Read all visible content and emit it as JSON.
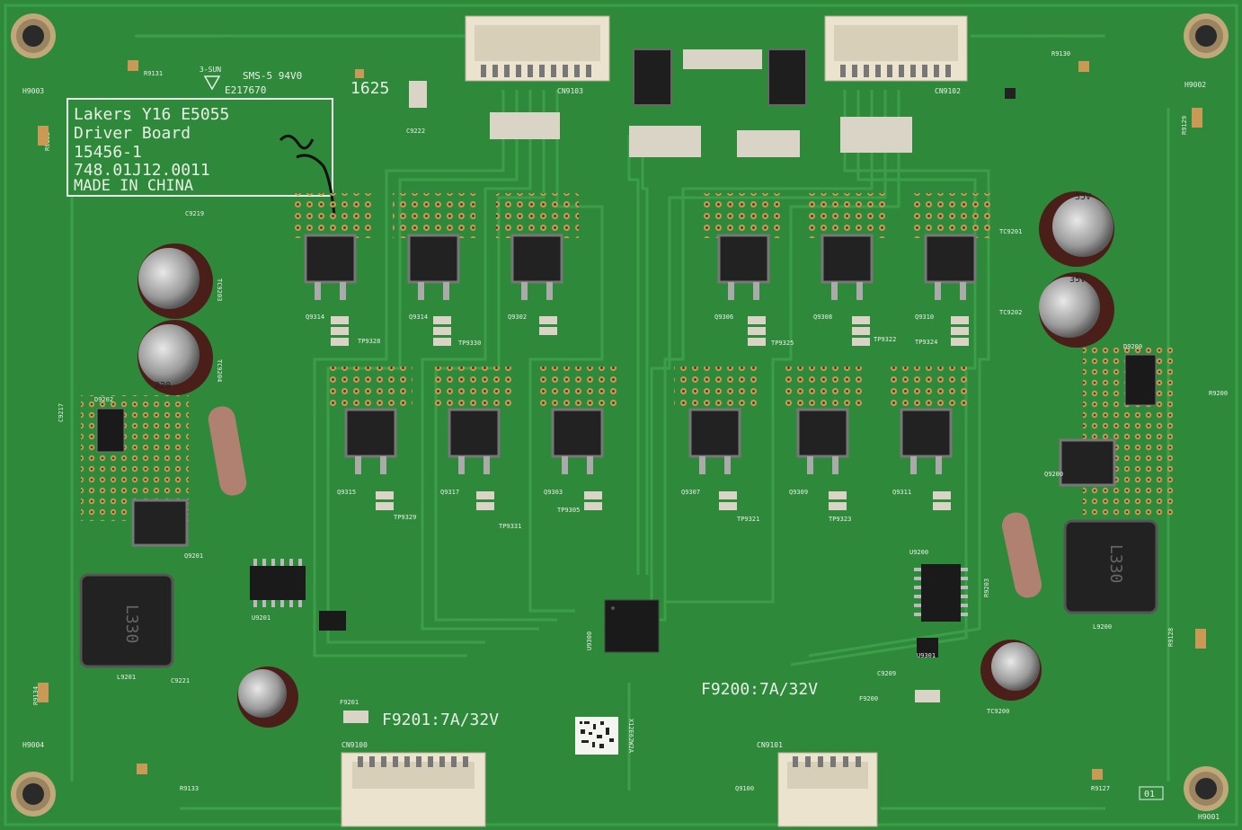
{
  "colors": {
    "board": "#2e8a3a",
    "board_dark": "#236f2e",
    "trace": "#3aa048",
    "silk": "#e8efe6",
    "pad": "#c99a55",
    "chip": "#1a1a1a",
    "connector": "#ece3cf",
    "cap_body": "#4a1f1a",
    "resistor": "#b08070",
    "solder_ring": "#d8d8c8"
  },
  "label_box": {
    "lines": [
      "Lakers Y16 E5055",
      "Driver Board",
      "15456-1",
      "748.01J12.0011",
      "MADE IN    CHINA"
    ]
  },
  "marks": {
    "maker": "3-SUN",
    "ul": "SMS-5 94V0",
    "ul_code": "E217670",
    "date": "1625"
  },
  "fuses": {
    "f9200": {
      "ref": "F9200",
      "rating": "F9200:7A/32V"
    },
    "f9201": {
      "ref": "F9201",
      "rating": "F9201:7A/32V"
    }
  },
  "inductors": {
    "l9201": {
      "ref": "L9201",
      "marking": "L330"
    },
    "l9200": {
      "ref": "L9200",
      "marking": "L330"
    }
  },
  "connectors": [
    "CN9103",
    "CN9102",
    "CN9100",
    "CN9101"
  ],
  "capacitors": {
    "tc9203": {
      "ref": "TC9203"
    },
    "tc9204": {
      "ref": "TC9204",
      "marking": "220"
    },
    "tc9201": {
      "ref": "TC9201",
      "marking": "35V"
    },
    "tc9202": {
      "ref": "TC9202",
      "marking": "35V"
    },
    "tc9200": {
      "ref": "TC9200"
    },
    "tc_bottom": {
      "ref": "C9221"
    }
  },
  "mounting_holes": [
    "H9003",
    "H9002",
    "H9004",
    "H9001"
  ],
  "ics": [
    "U9200",
    "U9201",
    "U9300",
    "D9202",
    "D9200",
    "Q9200",
    "Q9201"
  ],
  "mosfets_top": [
    "Q9314",
    "Q9314",
    "Q9302",
    "Q9306",
    "Q9308",
    "Q9310"
  ],
  "mosfets_bottom": [
    "Q9315",
    "Q9317",
    "Q9303",
    "Q9307",
    "Q9309",
    "Q9311"
  ],
  "misc_labels": [
    "R9131",
    "R9130",
    "R9132",
    "R9129",
    "R9134",
    "R9133",
    "R9127",
    "R9128",
    "C9217",
    "C9219",
    "C9222",
    "TP9328",
    "TP9330",
    "TP9325",
    "TP9322",
    "TP9324",
    "TP9329",
    "TP9331",
    "TP9305",
    "TP9321",
    "TP9323",
    "U9301",
    "Q9100",
    "R9203",
    "C9209",
    "R9200",
    "01"
  ],
  "barcode": {
    "text": "X12E62W2A"
  }
}
